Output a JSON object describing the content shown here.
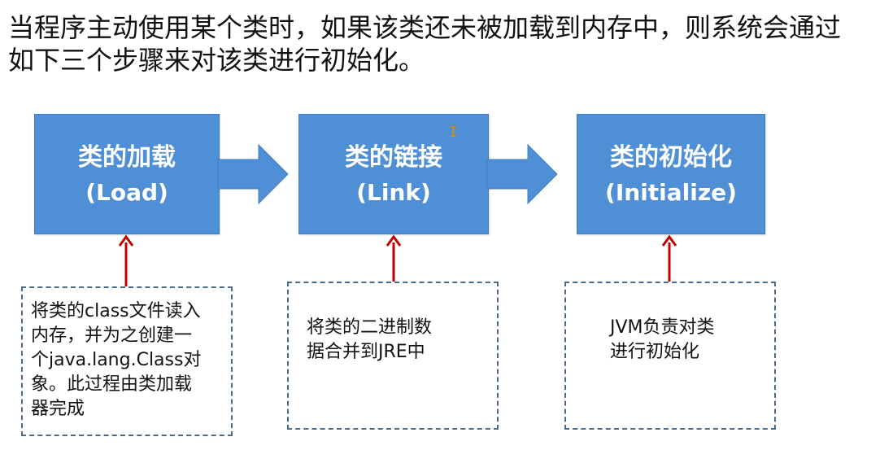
{
  "intro": {
    "line1": "当程序主动使用某个类时，如果该类还未被加载到内存中，则系统会通过",
    "line2": "如下三个步骤来对该类进行初始化。"
  },
  "stages": [
    {
      "title_zh": "类的加载",
      "title_en": "(Load)"
    },
    {
      "title_zh": "类的链接",
      "title_en": "(Link)"
    },
    {
      "title_zh": "类的初始化",
      "title_en": "(Initialize)"
    }
  ],
  "notes": [
    {
      "lines": [
        "将类的class文件读入",
        "内存，并为之创建一",
        "个java.lang.Class对",
        "象。此过程由类加载",
        "器完成"
      ]
    },
    {
      "lines": [
        "将类的二进制数",
        "据合并到JRE中"
      ]
    },
    {
      "lines": [
        "JVM负责对类",
        "进行初始化"
      ]
    }
  ],
  "colors": {
    "box_fill": "#4f8fd6",
    "up_arrow": "#c00000",
    "note_border": "#4a6a8a"
  },
  "icons": {
    "cursor": "text-cursor-icon"
  }
}
